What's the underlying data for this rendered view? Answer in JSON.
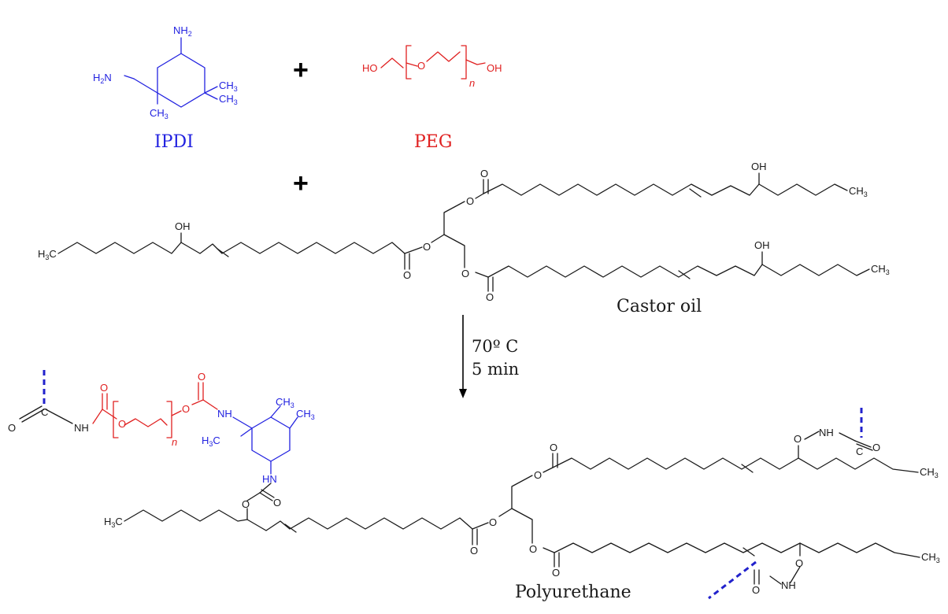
{
  "reactants": {
    "ipdi_label": "IPDI",
    "peg_label": "PEG",
    "castor_label": "Castor oil",
    "plus": "+"
  },
  "conditions": {
    "temperature": "70º C",
    "time": "5 min"
  },
  "product": {
    "label": "Polyurethane"
  },
  "atoms": {
    "nh2": "NH",
    "h2n": "H",
    "ch3": "CH",
    "h3c": "H",
    "ho": "HO",
    "oh": "OH",
    "o": "O",
    "n": "n",
    "nh": "NH",
    "hn": "HN",
    "c": "C",
    "sub2": "2",
    "sub3": "3"
  },
  "colors": {
    "ipdi": "#2222e0",
    "peg": "#e02020",
    "bond": "#1a1a1a"
  }
}
